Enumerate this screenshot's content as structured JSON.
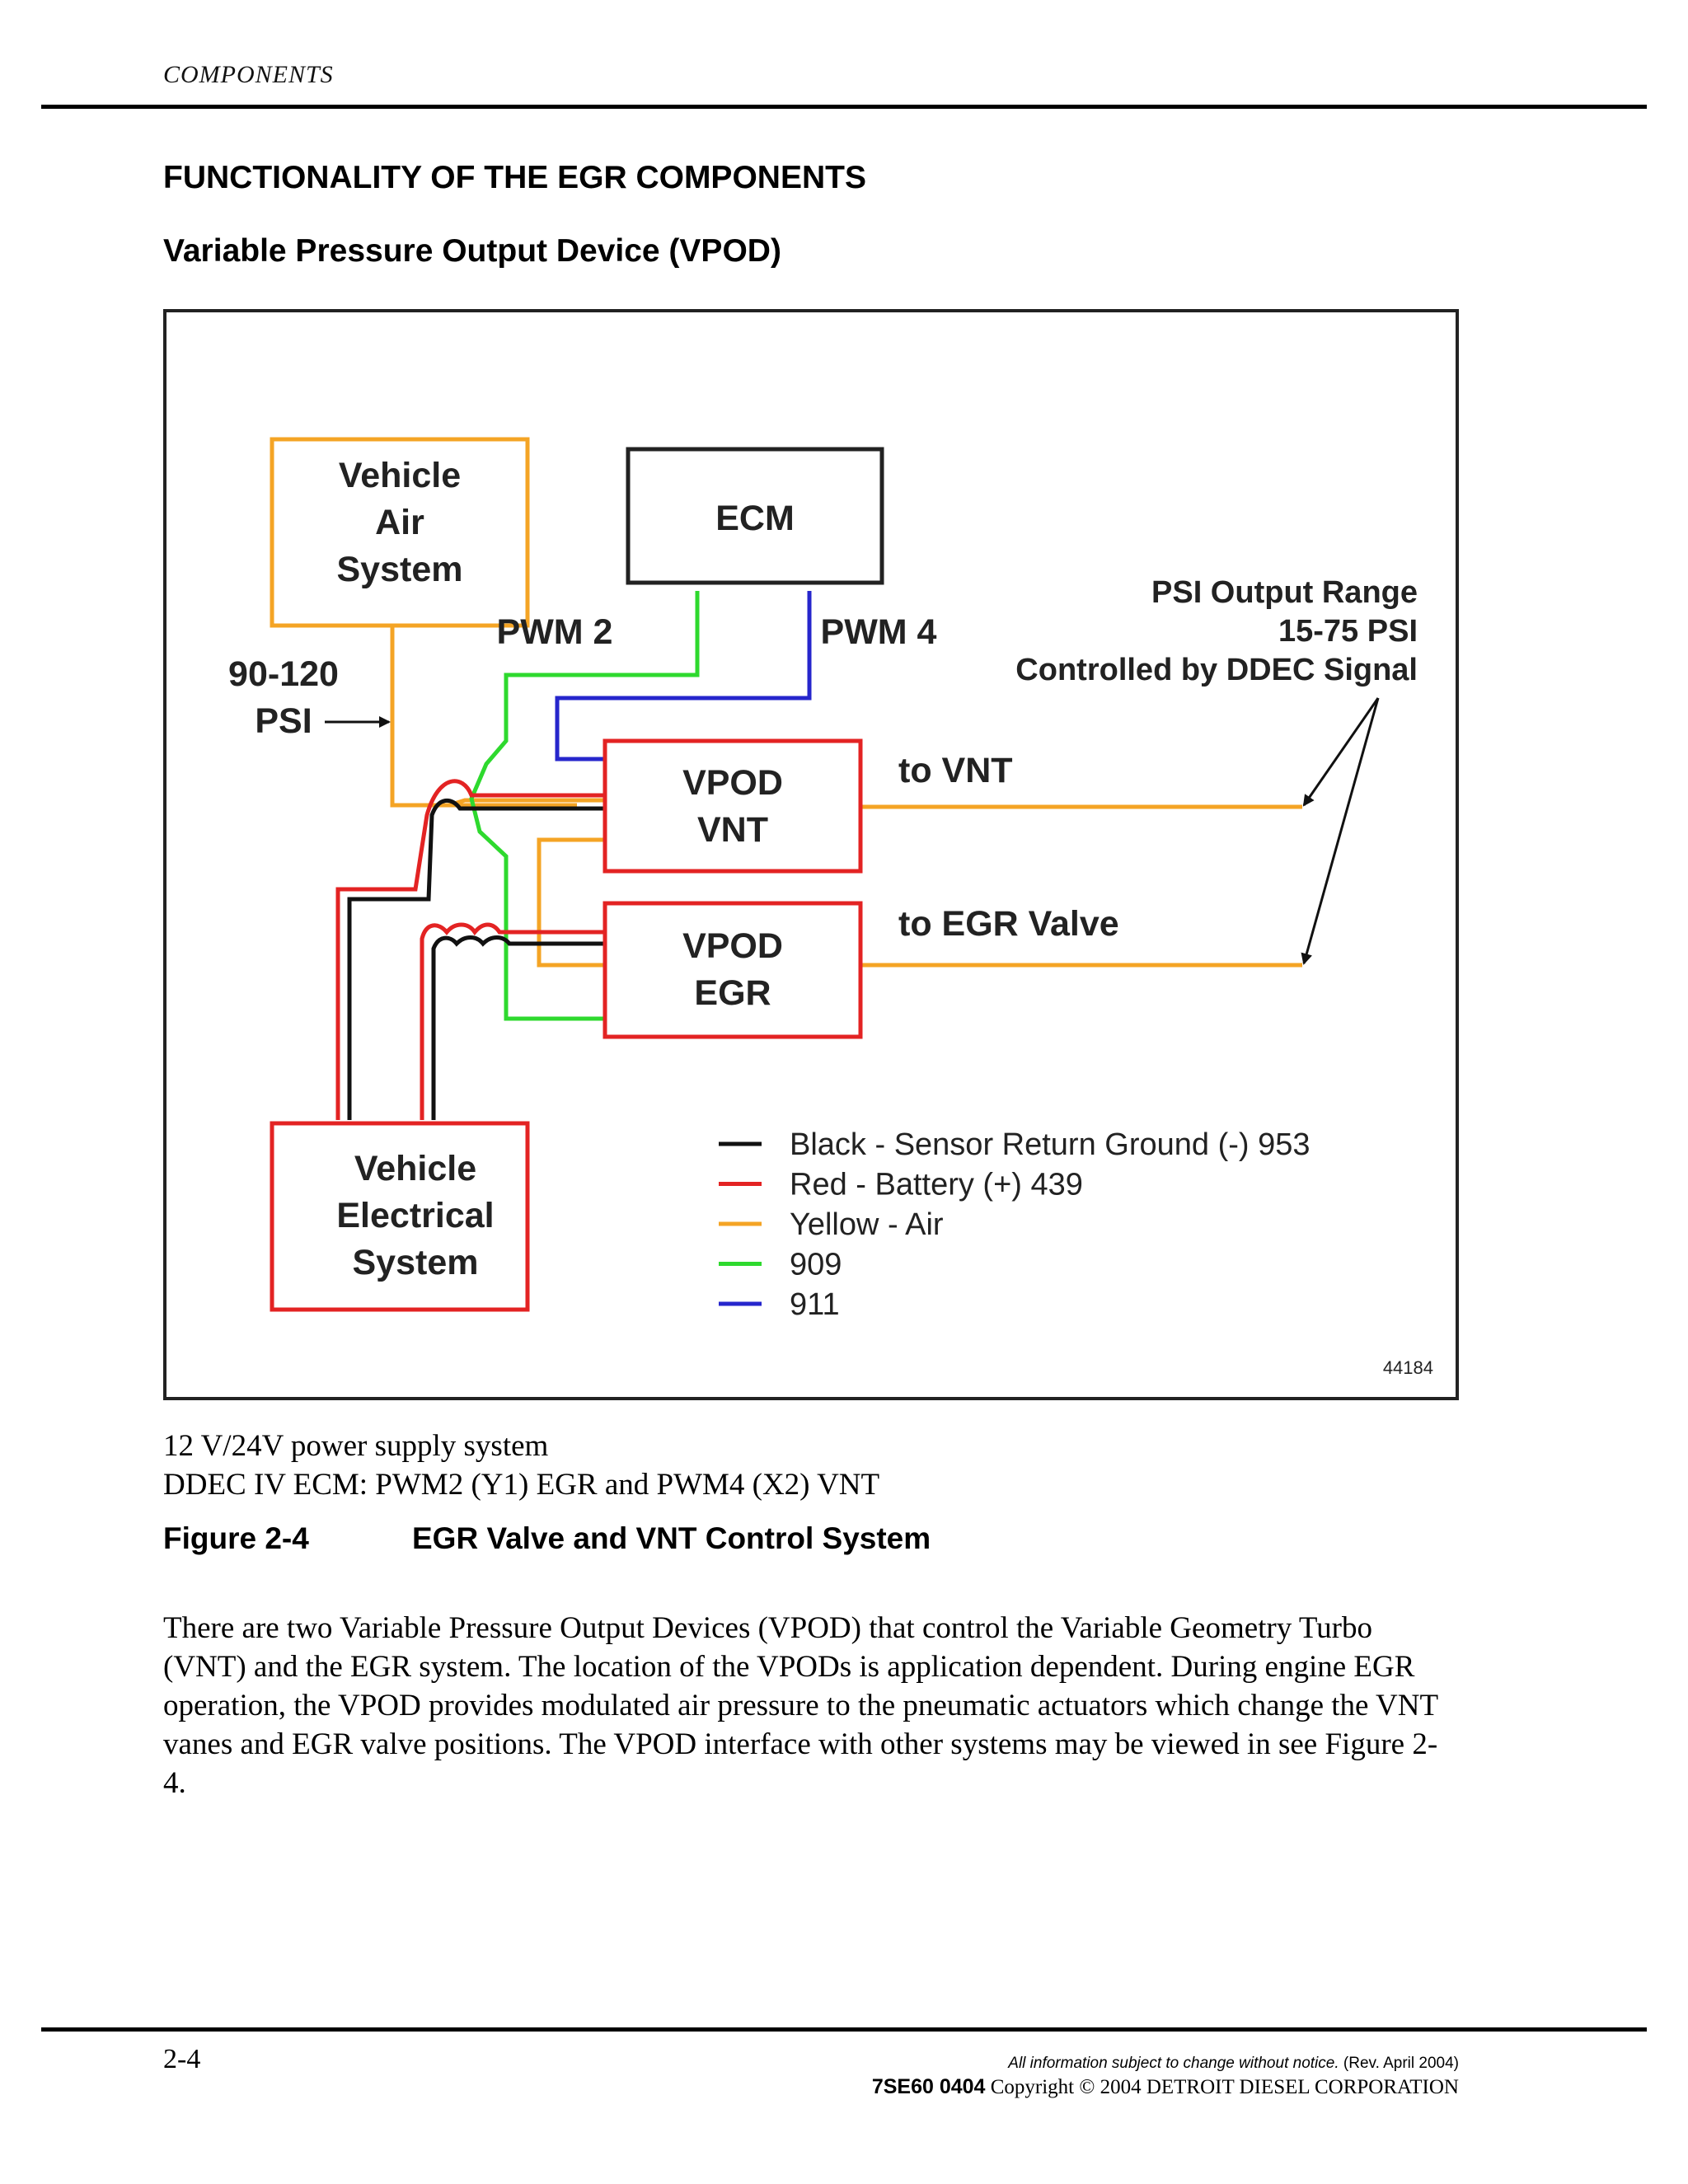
{
  "header": {
    "running_head": "COMPONENTS"
  },
  "section_title": "FUNCTIONALITY OF THE EGR COMPONENTS",
  "subsection_title": "Variable Pressure Output Device (VPOD)",
  "diagram": {
    "nodes": {
      "vehicle_air": [
        "Vehicle",
        "Air",
        "System"
      ],
      "ecm": "ECM",
      "vpod_vnt": [
        "VPOD",
        "VNT"
      ],
      "vpod_egr": [
        "VPOD",
        "EGR"
      ],
      "vehicle_electrical": [
        "Vehicle",
        "Electrical",
        "System"
      ]
    },
    "labels": {
      "pwm2": "PWM 2",
      "pwm4": "PWM 4",
      "psi_in_1": "90-120",
      "psi_in_2": "PSI",
      "to_vnt": "to VNT",
      "to_egr": "to EGR Valve",
      "output_1": "PSI Output Range",
      "output_2": "15-75 PSI",
      "output_3": "Controlled by DDEC Signal"
    },
    "wire_colors": {
      "black": "#111111",
      "red": "#e32323",
      "yellow": "#f4a425",
      "green": "#2ed92e",
      "blue": "#2626cc"
    },
    "legend": [
      {
        "color": "#111111",
        "label": "Black - Sensor Return Ground (-) 953"
      },
      {
        "color": "#e32323",
        "label": "Red - Battery (+) 439"
      },
      {
        "color": "#f4a425",
        "label": "Yellow - Air"
      },
      {
        "color": "#2ed92e",
        "label": "909"
      },
      {
        "color": "#2626cc",
        "label": "911"
      }
    ],
    "figure_id": "44184"
  },
  "caption": {
    "line1": "12 V/24V power supply system",
    "line2": "DDEC IV ECM: PWM2 (Y1) EGR and PWM4 (X2) VNT",
    "figure_number": "Figure 2-4",
    "figure_title": "EGR Valve and VNT Control System"
  },
  "body": {
    "paragraph": "There are two Variable Pressure Output Devices (VPOD) that control the Variable Geometry Turbo (VNT) and the EGR system. The location of the VPODs is application dependent. During engine EGR operation, the VPOD provides modulated air pressure to the pneumatic actuators which change the VNT vanes and EGR valve positions. The VPOD interface with other systems may be viewed in see Figure 2-4."
  },
  "footer": {
    "page_number": "2-4",
    "notice": "All information subject to change without notice.",
    "revision": "(Rev. April 2004)",
    "doc_code": "7SE60  0404",
    "copyright": "Copyright © 2004 DETROIT DIESEL CORPORATION"
  }
}
